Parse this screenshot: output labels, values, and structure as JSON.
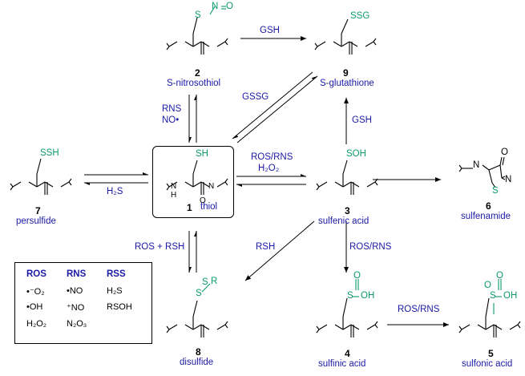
{
  "compounds": {
    "c1": {
      "number": "1",
      "name": "thiol",
      "group": "SH"
    },
    "c2": {
      "number": "2",
      "name": "S-nitrosothiol",
      "group_s": "S",
      "group_n": "N",
      "group_o": "O"
    },
    "c3": {
      "number": "3",
      "name": "sulfenic acid",
      "group": "SOH"
    },
    "c4": {
      "number": "4",
      "name": "sulfinic acid",
      "group_s": "S",
      "group_oh": "OH",
      "group_o": "O"
    },
    "c5": {
      "number": "5",
      "name": "sulfonic acid",
      "group_s": "S",
      "group_oh": "OH",
      "group_o1": "O",
      "group_o2": "O"
    },
    "c6": {
      "number": "6",
      "name": "sulfenamide",
      "atom_n1": "N",
      "atom_n2": "N",
      "atom_s": "S",
      "atom_o": "O"
    },
    "c7": {
      "number": "7",
      "name": "persulfide",
      "group": "SSH"
    },
    "c8": {
      "number": "8",
      "name": "disulfide",
      "group_s1": "S",
      "group_s2": "S",
      "group_r": "R"
    },
    "c9": {
      "number": "9",
      "name": "S-glutathione",
      "group": "SSG"
    }
  },
  "backbone": {
    "n": "N",
    "h": "H",
    "o": "O"
  },
  "reagents": {
    "gsh_top": "GSH",
    "gssg": "GSSG",
    "rns_1": "RNS",
    "no_radical": "NO•",
    "gsh_right": "GSH",
    "ros_rns_1": "ROS/RNS",
    "h2o2": "H₂O₂",
    "h2s": "H₂S",
    "ros_rsh": "ROS + RSH",
    "rsh": "RSH",
    "ros_rns_2": "ROS/RNS",
    "ros_rns_3": "ROS/RNS"
  },
  "legend": {
    "headers": [
      "ROS",
      "RNS",
      "RSS"
    ],
    "ros": [
      "•⁻O₂",
      "•OH",
      "H₂O₂"
    ],
    "rns": [
      "•NO",
      "⁺NO",
      "N₂O₃"
    ],
    "rss": [
      "H₂S",
      "RSOH"
    ]
  },
  "colors": {
    "label": "#1a1aa6",
    "substituent": "#0a9a6a",
    "structure": "#000000"
  }
}
